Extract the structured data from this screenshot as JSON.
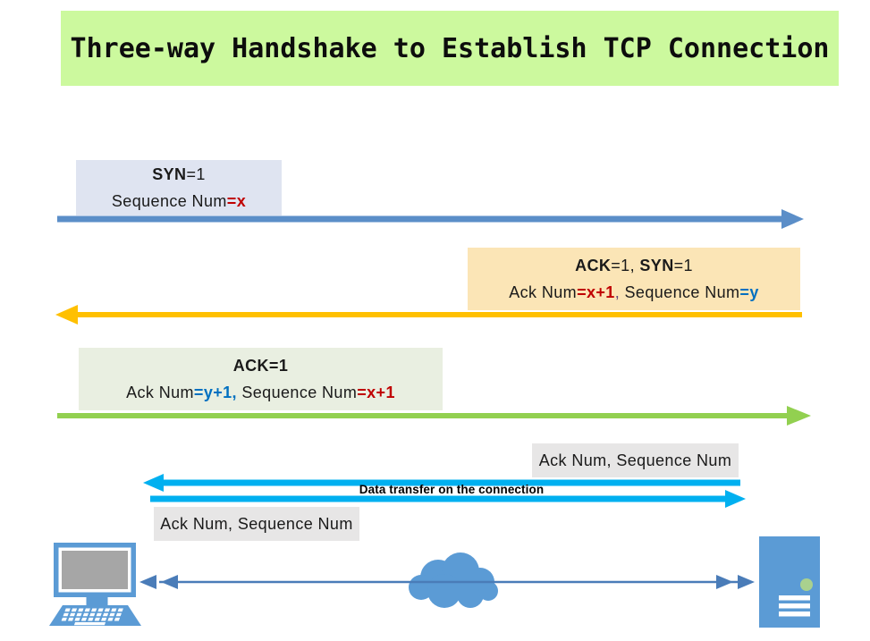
{
  "title": {
    "text": "Three-way Handshake to Establish TCP Connection",
    "bg": "#ccf99e"
  },
  "handshake": [
    {
      "arrow": {
        "direction": "right",
        "color": "#5b8ec8"
      },
      "box": {
        "bg": "#dfe4f1",
        "line1": [
          {
            "text": "SYN"
          },
          {
            "text": "=1"
          }
        ],
        "line2": [
          {
            "text": "Sequence Num"
          },
          {
            "text": "=x"
          }
        ]
      }
    },
    {
      "arrow": {
        "direction": "left",
        "color": "#ffc000"
      },
      "box": {
        "bg": "#fbe5b6",
        "line1": [
          {
            "text": "ACK"
          },
          {
            "text": "=1, "
          },
          {
            "text": "SYN"
          },
          {
            "text": "=1"
          }
        ],
        "line2": [
          {
            "text": "Ack Num"
          },
          {
            "text": "=x+1"
          },
          {
            "text": ","
          },
          {
            "text": " Sequence Num"
          },
          {
            "text": "=y"
          }
        ]
      }
    },
    {
      "arrow": {
        "direction": "right",
        "color": "#92d050"
      },
      "box": {
        "bg": "#e9efe1",
        "line1": [
          {
            "text": "ACK=1"
          }
        ],
        "line2": [
          {
            "text": "Ack Num"
          },
          {
            "text": "=y+1,"
          },
          {
            "text": " Sequence Num"
          },
          {
            "text": "=x+1"
          }
        ]
      }
    }
  ],
  "data_transfer": {
    "upper_label": "Ack Num, Sequence Num",
    "center_label": "Data transfer on the connection",
    "lower_label": "Ack Num, Sequence Num",
    "arrow_color": "#00b0f0",
    "label_bg": "#e7e6e6"
  },
  "network": {
    "link_color": "#4a7cb8",
    "icon_color": "#5b9bd5",
    "led_color": "#a9d18e",
    "icons": {
      "left": "desktop-computer-icon",
      "middle": "network-cloud-icon",
      "right": "server-tower-icon"
    }
  },
  "text_colors": {
    "emphasis_red": "#c00000",
    "emphasis_blue": "#0070c0",
    "comma_purple": "#604a7b"
  }
}
